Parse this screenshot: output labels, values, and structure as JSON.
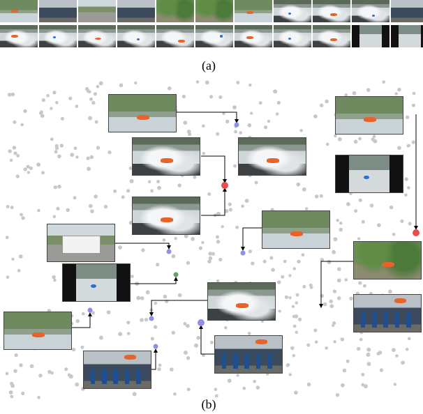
{
  "captions": {
    "a": "(a)",
    "b": "(b)"
  },
  "colors": {
    "background_dot": "#c8c8c8",
    "query_dot": "#e84c4c",
    "neighbor_dot": "#8f8fe8",
    "green_dot": "#6aa06a",
    "connector": "#000000"
  },
  "film_rows": [
    [
      "river",
      "people",
      "parking",
      "people",
      "forest",
      "forest",
      "river",
      "rapids",
      "rapids",
      "rapids",
      "people"
    ],
    [
      "rapids",
      "rapids",
      "rapids",
      "rapids",
      "rapids",
      "rapids",
      "rapids",
      "rapids",
      "rapids",
      "darkside",
      "darkside"
    ]
  ],
  "thumbnails": [
    {
      "id": "thumb-raft-river-top",
      "kind": "river"
    },
    {
      "id": "thumb-rapids-1",
      "kind": "rapids"
    },
    {
      "id": "thumb-rapids-2",
      "kind": "rapids"
    },
    {
      "id": "thumb-rapids-3",
      "kind": "rapids"
    },
    {
      "id": "thumb-raft-group",
      "kind": "river"
    },
    {
      "id": "thumb-van",
      "kind": "parking"
    },
    {
      "id": "thumb-kayak-dark",
      "kind": "darkside"
    },
    {
      "id": "thumb-rapids-4",
      "kind": "rapids"
    },
    {
      "id": "thumb-mountain-river",
      "kind": "river"
    },
    {
      "id": "thumb-team-rafts",
      "kind": "people"
    },
    {
      "id": "thumb-crowd",
      "kind": "people"
    },
    {
      "id": "thumb-right-river",
      "kind": "river"
    },
    {
      "id": "thumb-right-kayak",
      "kind": "darkside"
    },
    {
      "id": "thumb-hiker-forest",
      "kind": "forest"
    },
    {
      "id": "thumb-orange-rafts",
      "kind": "people"
    }
  ],
  "highlighted_points": [
    {
      "id": "query-red-1",
      "color": "query"
    },
    {
      "id": "query-red-2",
      "color": "query"
    },
    {
      "id": "neighbor-1",
      "color": "neighbor"
    },
    {
      "id": "neighbor-2",
      "color": "neighbor"
    },
    {
      "id": "neighbor-3",
      "color": "neighbor"
    },
    {
      "id": "neighbor-4",
      "color": "neighbor"
    },
    {
      "id": "neighbor-5",
      "color": "neighbor"
    },
    {
      "id": "neighbor-6",
      "color": "neighbor"
    },
    {
      "id": "neighbor-7",
      "color": "neighbor"
    },
    {
      "id": "green-1",
      "color": "green"
    }
  ]
}
